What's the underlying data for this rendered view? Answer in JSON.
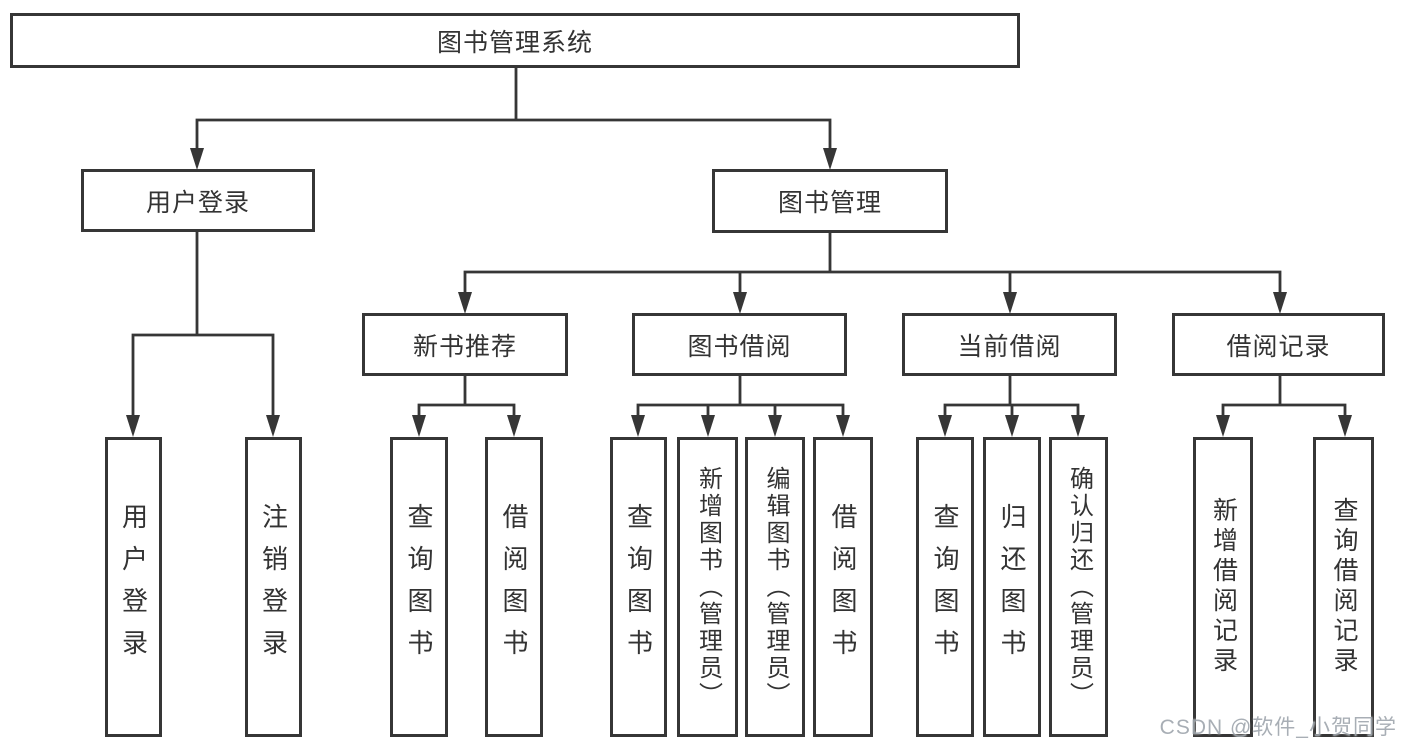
{
  "diagram": {
    "root": {
      "label": "图书管理系统"
    },
    "level2": [
      {
        "label": "用户登录"
      },
      {
        "label": "图书管理"
      }
    ],
    "level3": [
      {
        "label": "新书推荐"
      },
      {
        "label": "图书借阅"
      },
      {
        "label": "当前借阅"
      },
      {
        "label": "借阅记录"
      }
    ],
    "leaves": {
      "user": [
        "用户登录",
        "注销登录"
      ],
      "recommend": [
        "查询图书",
        "借阅图书"
      ],
      "borrow": [
        "查询图书",
        "新增图书（管理员）",
        "编辑图书（管理员）",
        "借阅图书"
      ],
      "current": [
        "查询图书",
        "归还图书",
        "确认归还（管理员）"
      ],
      "records": [
        "新增借阅记录",
        "查询借阅记录"
      ]
    }
  },
  "watermark": {
    "text": "CSDN @软件_小贺同学"
  },
  "colors": {
    "line": "#363636",
    "text": "#333333",
    "box_fill": "#ffffff",
    "watermark": "#9fa6ad"
  }
}
